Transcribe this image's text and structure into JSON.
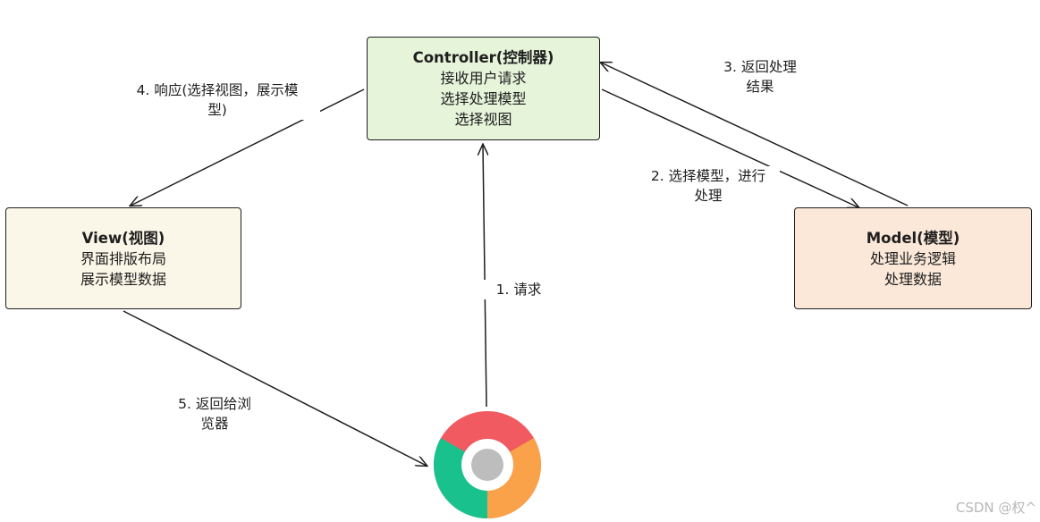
{
  "diagram": {
    "controller": {
      "title": "Controller(控制器)",
      "lines": [
        "接收用户请求",
        "选择处理模型",
        "选择视图"
      ]
    },
    "view": {
      "title": "View(视图)",
      "lines": [
        "界面排版布局",
        "展示模型数据"
      ]
    },
    "model": {
      "title": "Model(模型)",
      "lines": [
        "处理业务逻辑",
        "处理数据"
      ]
    },
    "edges": {
      "return_result": [
        "3. 返回处理",
        "结果"
      ],
      "response": [
        "4. 响应(选择视图，展示模",
        "型)"
      ],
      "select_model": [
        "2. 选择模型，进行",
        "处理"
      ],
      "request": "1. 请求",
      "return_browser": [
        "5. 返回给浏",
        "览器"
      ]
    },
    "icon": "chrome-browser-icon",
    "colors": {
      "controller_fill": "#e6f4da",
      "view_fill": "#fbf7e8",
      "model_fill": "#fbe8d9",
      "chrome_red": "#f05a60",
      "chrome_green": "#19c28c",
      "chrome_orange": "#f9a24a",
      "chrome_center": "#bdbdbd"
    }
  },
  "watermark": "CSDN @权^"
}
